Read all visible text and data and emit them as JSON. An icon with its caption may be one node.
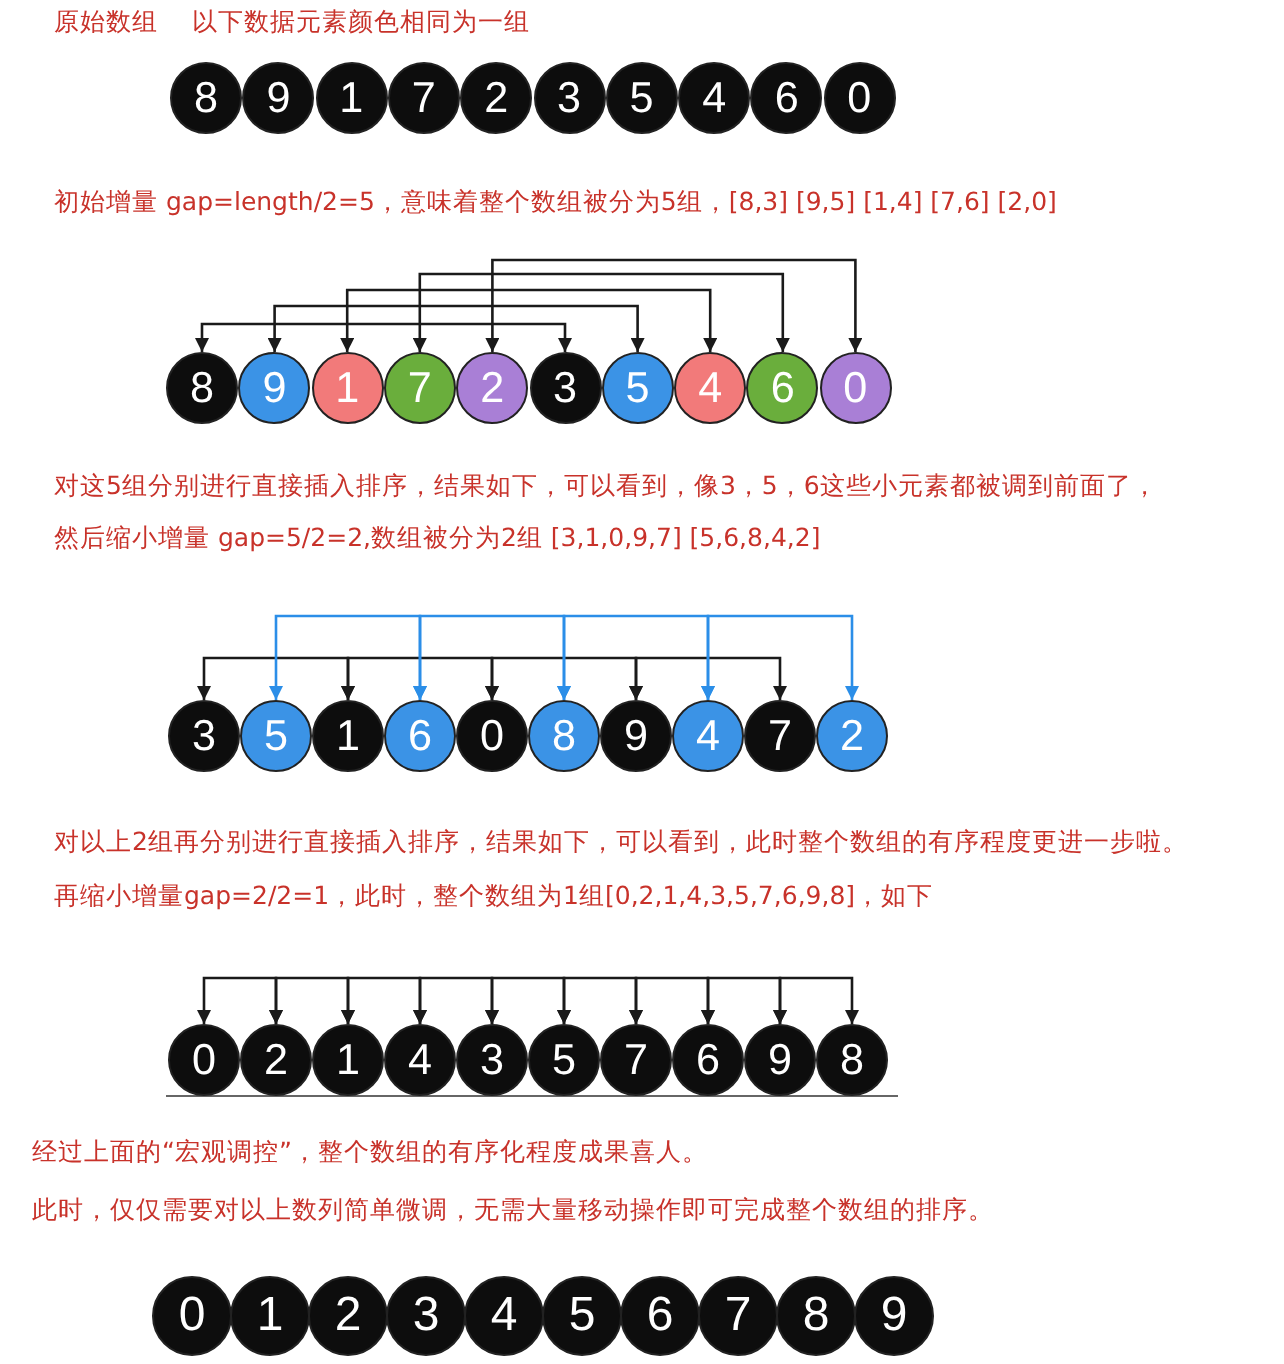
{
  "diagram": {
    "nodes": [
      {
        "text": [
          "8"
        ]
      },
      {
        "text": [
          "9"
        ]
      },
      {
        "text": [
          "1"
        ]
      },
      {
        "text": [
          "7"
        ]
      },
      {
        "text": [
          "2"
        ]
      },
      {
        "text": [
          "3"
        ]
      },
      {
        "text": [
          "5"
        ]
      },
      {
        "text": [
          "4"
        ]
      },
      {
        "text": [
          "6"
        ]
      },
      {
        "text": [
          "0"
        ]
      },
      {
        "text": [
          "8"
        ]
      },
      {
        "text": [
          "9"
        ]
      },
      {
        "text": [
          "1"
        ]
      },
      {
        "text": [
          "7"
        ]
      },
      {
        "text": [
          "2"
        ]
      },
      {
        "text": [
          "3"
        ]
      },
      {
        "text": [
          "5"
        ]
      },
      {
        "text": [
          "4"
        ]
      },
      {
        "text": [
          "6"
        ]
      },
      {
        "text": [
          "0"
        ]
      },
      {
        "text": [
          "3"
        ]
      },
      {
        "text": [
          "5"
        ]
      },
      {
        "text": [
          "1"
        ]
      },
      {
        "text": [
          "6"
        ]
      },
      {
        "text": [
          "0"
        ]
      },
      {
        "text": [
          "8"
        ]
      },
      {
        "text": [
          "9"
        ]
      },
      {
        "text": [
          "4"
        ]
      },
      {
        "text": [
          "7"
        ]
      },
      {
        "text": [
          "2"
        ]
      },
      {
        "text": [
          "0"
        ]
      },
      {
        "text": [
          "2"
        ]
      },
      {
        "text": [
          "1"
        ]
      },
      {
        "text": [
          "4"
        ]
      },
      {
        "text": [
          "3"
        ]
      },
      {
        "text": [
          "5"
        ]
      },
      {
        "text": [
          "7"
        ]
      },
      {
        "text": [
          "6"
        ]
      },
      {
        "text": [
          "9"
        ]
      },
      {
        "text": [
          "8"
        ]
      },
      {
        "text": [
          "0"
        ]
      },
      {
        "text": [
          "1"
        ]
      },
      {
        "text": [
          "2"
        ]
      },
      {
        "text": [
          "3"
        ]
      },
      {
        "text": [
          "4"
        ]
      },
      {
        "text": [
          "5"
        ]
      },
      {
        "text": [
          "6"
        ]
      },
      {
        "text": [
          "7"
        ]
      },
      {
        "text": [
          "8"
        ]
      },
      {
        "text": [
          "9"
        ]
      }
    ],
    "edges": [
      {
        "from": 10,
        "to": 15,
        "arrow": "both"
      },
      {
        "from": 11,
        "to": 16,
        "arrow": "both"
      },
      {
        "from": 12,
        "to": 17,
        "arrow": "both"
      },
      {
        "from": 13,
        "to": 18,
        "arrow": "both"
      },
      {
        "from": 14,
        "to": 19,
        "arrow": "both"
      },
      {
        "from": 20,
        "to": 22,
        "arrow": "both"
      },
      {
        "from": 22,
        "to": 24,
        "arrow": "both"
      },
      {
        "from": 24,
        "to": 26,
        "arrow": "both"
      },
      {
        "from": 26,
        "to": 28,
        "arrow": "both"
      },
      {
        "from": 21,
        "to": 23,
        "arrow": "both",
        "color": "#2b8ee8"
      },
      {
        "from": 23,
        "to": 25,
        "arrow": "both",
        "color": "#2b8ee8"
      },
      {
        "from": 25,
        "to": 27,
        "arrow": "both",
        "color": "#2b8ee8"
      },
      {
        "from": 27,
        "to": 29,
        "arrow": "both",
        "color": "#2b8ee8"
      },
      {
        "from": 30,
        "to": 31,
        "arrow": "both"
      },
      {
        "from": 31,
        "to": 32,
        "arrow": "both"
      },
      {
        "from": 32,
        "to": 33,
        "arrow": "both"
      },
      {
        "from": 33,
        "to": 34,
        "arrow": "both"
      },
      {
        "from": 34,
        "to": 35,
        "arrow": "both"
      },
      {
        "from": 35,
        "to": 36,
        "arrow": "both"
      },
      {
        "from": 36,
        "to": 37,
        "arrow": "both"
      },
      {
        "from": 37,
        "to": 38,
        "arrow": "both"
      },
      {
        "from": 38,
        "to": 39,
        "arrow": "both"
      }
    ],
    "labels": [
      "原始数组",
      "以下数据元素颜色相同为一组",
      "初始增量 gap=length/2=5，意味着整个数组被分为5组，[8,3] [9,5] [1,4] [7,6] [2,0]",
      "对这5组分别进行直接插入排序，结果如下，可以看到，像3，5，6这些小元素都被调到前面了，",
      "然后缩小增量 gap=5/2=2,数组被分为2组 [3,1,0,9,7] [5,6,8,4,2]",
      "对以上2组再分别进行直接插入排序，结果如下，可以看到，此时整个数组的有序程度更进一步啦。",
      "再缩小增量gap=2/2=1，此时，整个数组为1组[0,2,1,4,3,5,7,6,9,8]，如下",
      "经过上面的“宏观调控”，整个数组的有序化程度成果喜人。",
      "此时，仅仅需要对以上数列简单微调，无需大量移动操作即可完成整个数组的排序。"
    ]
  }
}
